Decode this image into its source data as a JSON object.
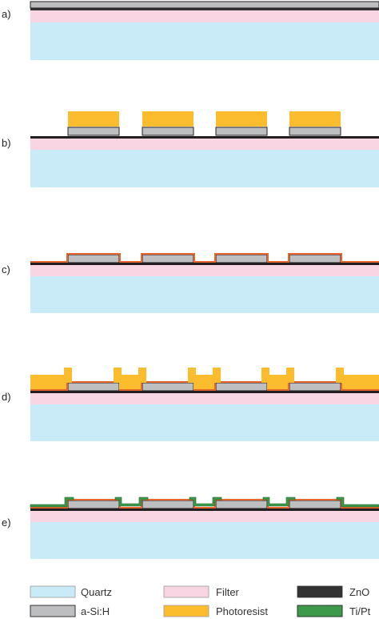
{
  "steps": [
    {
      "label": "a)"
    },
    {
      "label": "b)"
    },
    {
      "label": "c)"
    },
    {
      "label": "d)"
    },
    {
      "label": "e)"
    }
  ],
  "legend": {
    "quartz": "Quartz",
    "filter": "Filter",
    "zno": "ZnO",
    "asih": "a-Si:H",
    "photoresist": "Photoresist",
    "tipt": "Ti/Pt"
  },
  "colors": {
    "quartz": "#c9ebf8",
    "filter": "#f9d5e3",
    "zno": "#333333",
    "asih": "#bcbec0",
    "photoresist": "#fbbc2e",
    "tipt": "#3c9a4a",
    "orange_contact": "#e8652d"
  }
}
